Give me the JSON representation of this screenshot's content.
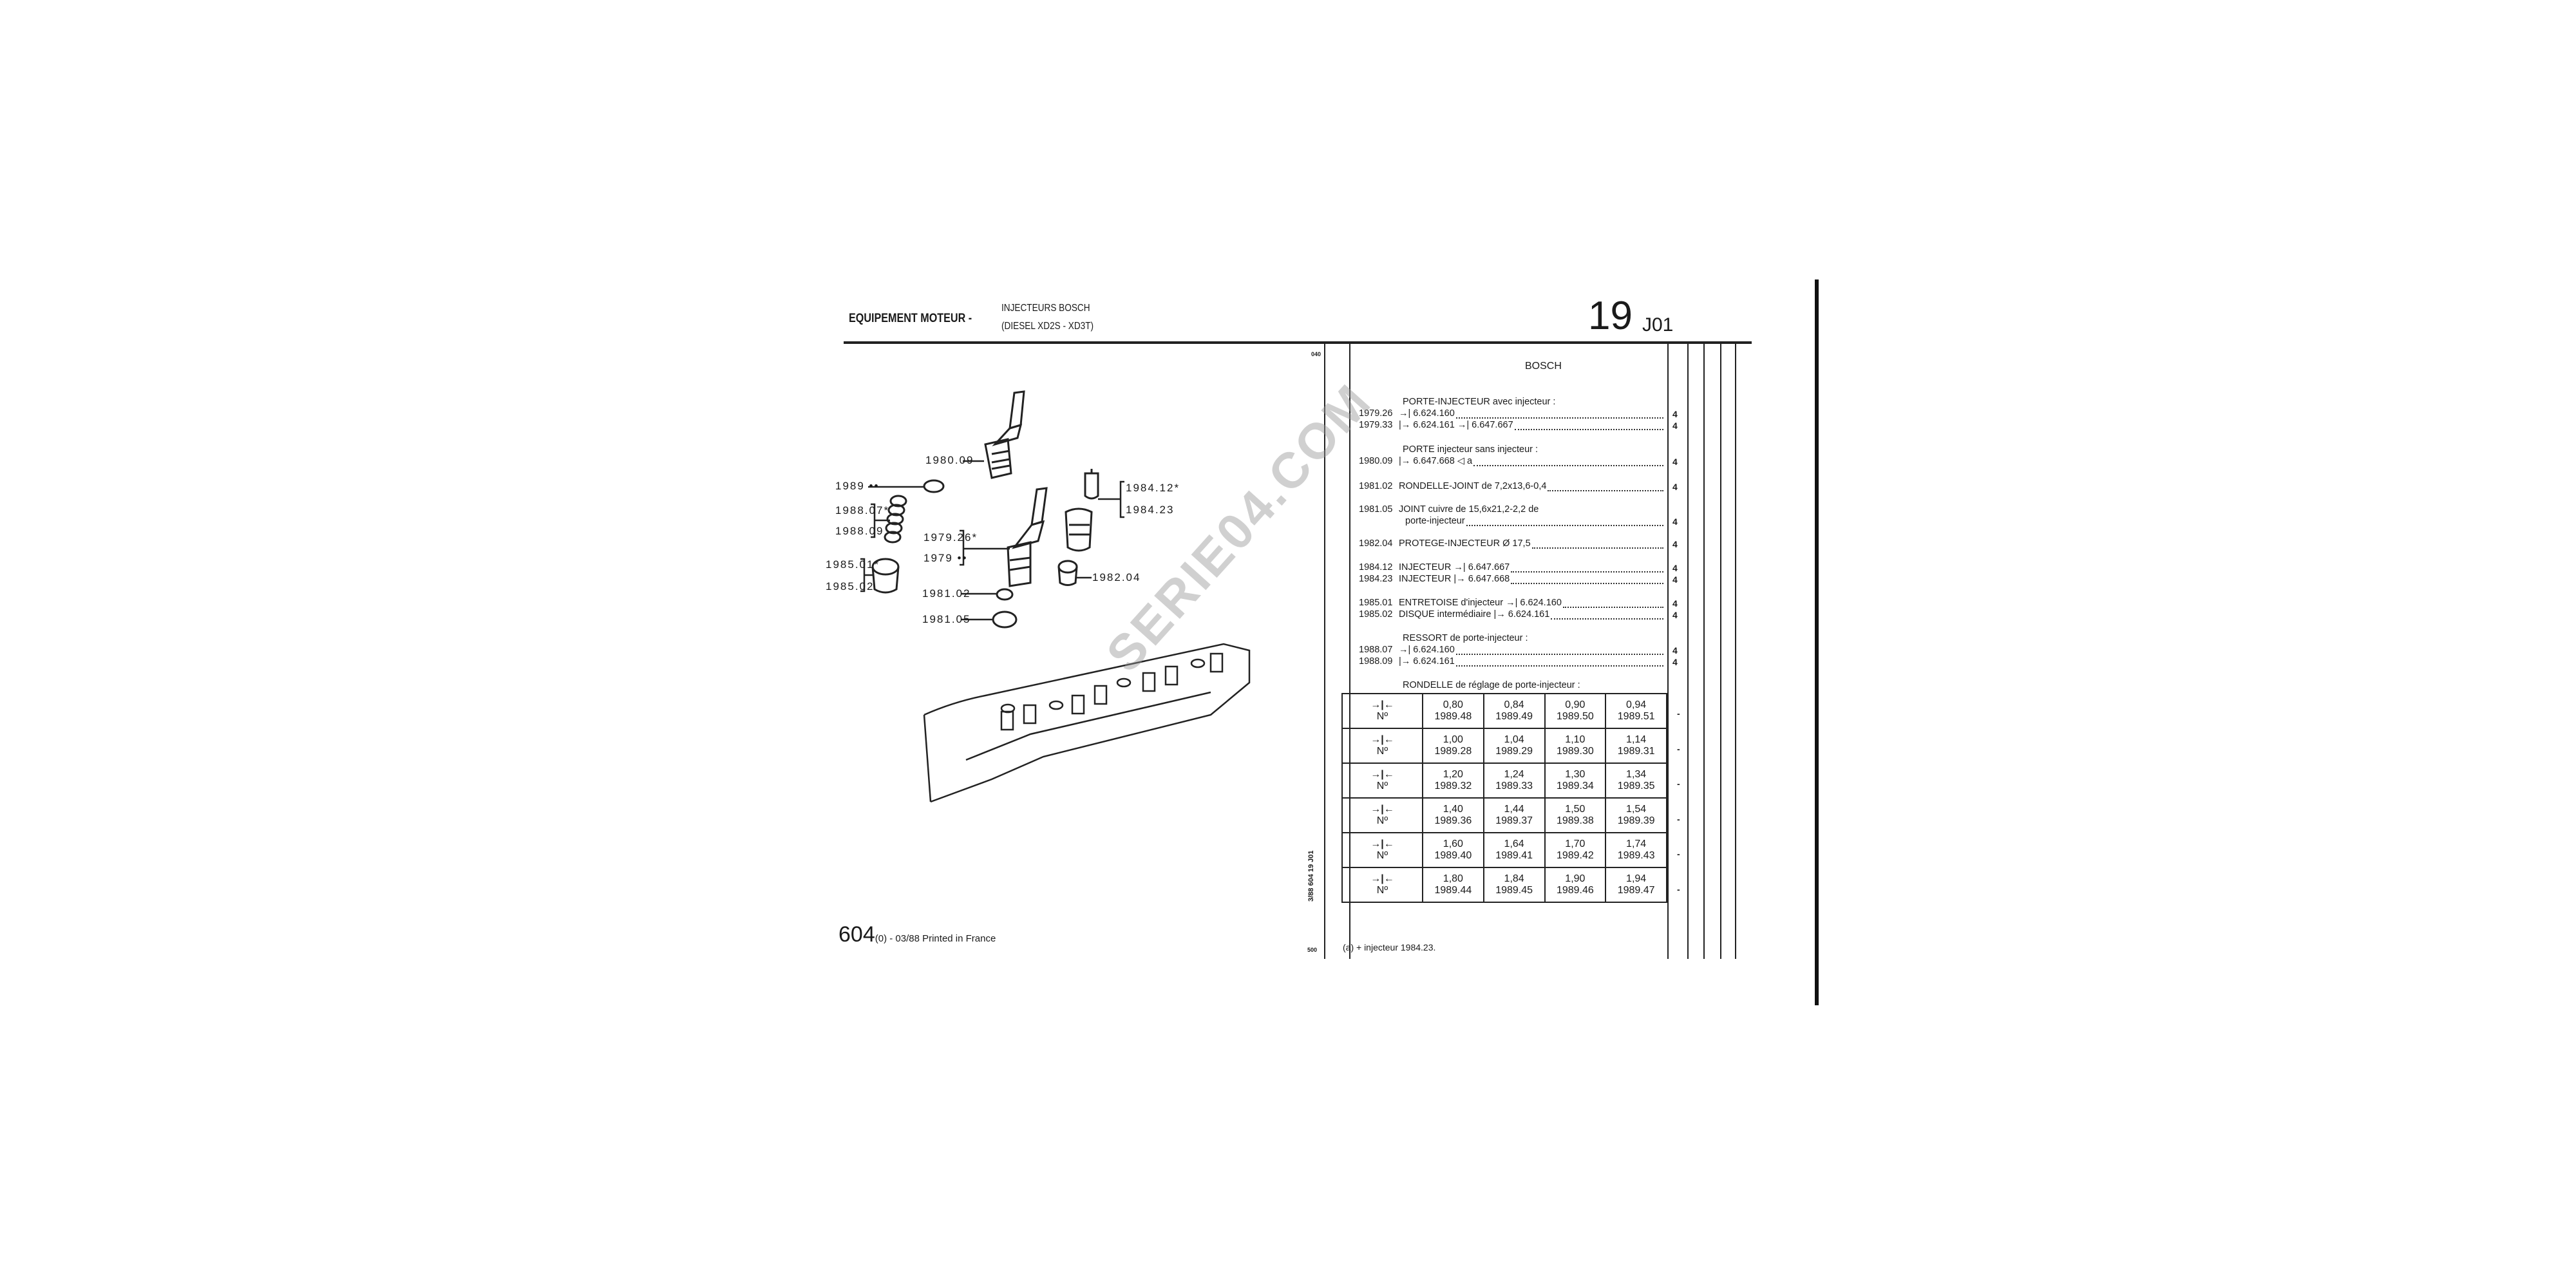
{
  "header": {
    "section": "EQUIPEMENT MOTEUR -",
    "subtitle_1": "INJECTEURS BOSCH",
    "subtitle_2": "(DIESEL XD2S - XD3T)",
    "group": "19",
    "page_code": "J01"
  },
  "margin": {
    "top_code": "040",
    "bottom_code": "500",
    "vertical_ref": "3/88  604  19 J01"
  },
  "brand": "BOSCH",
  "entries": [
    {
      "ref": "",
      "text": "PORTE-INJECTEUR avec injecteur :",
      "qty": ""
    },
    {
      "ref": "1979.26",
      "text": "→| 6.624.160",
      "qty": "4"
    },
    {
      "ref": "1979.33",
      "text": "|→ 6.624.161 →| 6.647.667",
      "qty": "4"
    },
    {
      "ref": "",
      "text": "PORTE injecteur sans injecteur :",
      "qty": ""
    },
    {
      "ref": "1980.09",
      "text": "|→ 6.647.668 ◁ a",
      "qty": "4"
    },
    {
      "ref": "1981.02",
      "text": "RONDELLE-JOINT de 7,2x13,6-0,4",
      "qty": "4"
    },
    {
      "ref": "1981.05",
      "text": "JOINT cuivre de 15,6x21,2-2,2 de",
      "qty": ""
    },
    {
      "ref": "",
      "text": "porte-injecteur",
      "qty": "4"
    },
    {
      "ref": "1982.04",
      "text": "PROTEGE-INJECTEUR Ø 17,5",
      "qty": "4"
    },
    {
      "ref": "1984.12",
      "text": "INJECTEUR →| 6.647.667",
      "qty": "4"
    },
    {
      "ref": "1984.23",
      "text": "INJECTEUR |→ 6.647.668",
      "qty": "4"
    },
    {
      "ref": "1985.01",
      "text": "ENTRETOISE d'injecteur →| 6.624.160",
      "qty": "4"
    },
    {
      "ref": "1985.02",
      "text": "DISQUE intermédiaire |→ 6.624.161",
      "qty": "4"
    },
    {
      "ref": "",
      "text": "RESSORT de porte-injecteur :",
      "qty": ""
    },
    {
      "ref": "1988.07",
      "text": "→| 6.624.160",
      "qty": "4"
    },
    {
      "ref": "1988.09",
      "text": "|→ 6.624.161",
      "qty": "4"
    },
    {
      "ref": "",
      "text": "RONDELLE de réglage de porte-injecteur :",
      "qty": ""
    }
  ],
  "shim_table": {
    "symbol": "→|←",
    "no_label": "Nº",
    "qty": "-",
    "rows": [
      [
        [
          "0,80",
          "1989.48"
        ],
        [
          "0,84",
          "1989.49"
        ],
        [
          "0,90",
          "1989.50"
        ],
        [
          "0,94",
          "1989.51"
        ]
      ],
      [
        [
          "1,00",
          "1989.28"
        ],
        [
          "1,04",
          "1989.29"
        ],
        [
          "1,10",
          "1989.30"
        ],
        [
          "1,14",
          "1989.31"
        ]
      ],
      [
        [
          "1,20",
          "1989.32"
        ],
        [
          "1,24",
          "1989.33"
        ],
        [
          "1,30",
          "1989.34"
        ],
        [
          "1,34",
          "1989.35"
        ]
      ],
      [
        [
          "1,40",
          "1989.36"
        ],
        [
          "1,44",
          "1989.37"
        ],
        [
          "1,50",
          "1989.38"
        ],
        [
          "1,54",
          "1989.39"
        ]
      ],
      [
        [
          "1,60",
          "1989.40"
        ],
        [
          "1,64",
          "1989.41"
        ],
        [
          "1,70",
          "1989.42"
        ],
        [
          "1,74",
          "1989.43"
        ]
      ],
      [
        [
          "1,80",
          "1989.44"
        ],
        [
          "1,84",
          "1989.45"
        ],
        [
          "1,90",
          "1989.46"
        ],
        [
          "1,94",
          "1989.47"
        ]
      ]
    ]
  },
  "footnote": "(a) + injecteur 1984.23.",
  "footer": {
    "model": "604",
    "rest": "(0) - 03/88 Printed in France"
  },
  "diagram_labels": {
    "l1980_09": "1980.09",
    "l1989": "1989 ••",
    "l1988_07": "1988.07*",
    "l1988_09": "1988.09",
    "l1985_01": "1985.01*",
    "l1985_02": "1985.02",
    "l1979_26": "1979.26*",
    "l1979": "1979 ••",
    "l1981_02": "1981.02",
    "l1981_05": "1981.05",
    "l1984_12": "1984.12*",
    "l1984_23": "1984.23",
    "l1982_04": "1982.04"
  },
  "watermark": "SERIE04.COM"
}
